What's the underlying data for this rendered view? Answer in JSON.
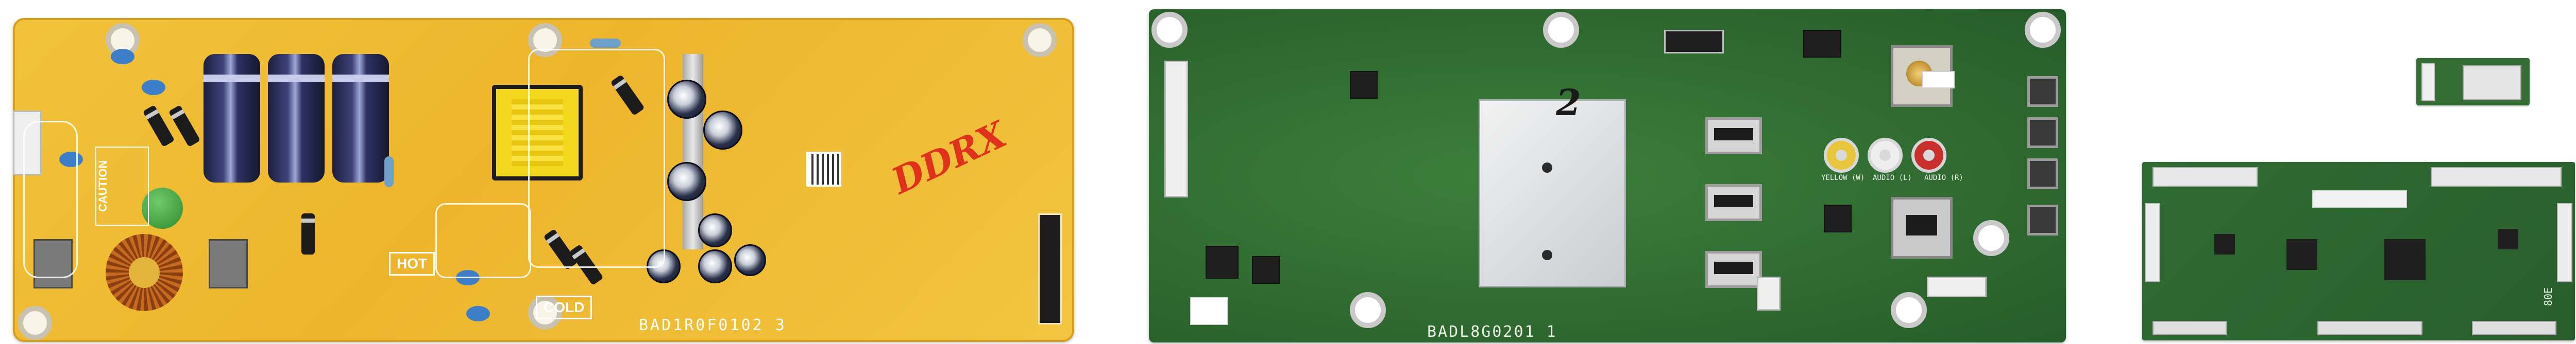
{
  "psu_board": {
    "part_number": "BAD1R0F0102 3",
    "label_hot": "HOT",
    "label_cold": "COLD",
    "label_caution": "CAUTION",
    "marker_scribble": "DDRX"
  },
  "main_board": {
    "part_number": "BADL8G0201 1",
    "rca_labels": [
      "YELLOW (W)",
      "AUDIO (L)",
      "AUDIO (R)"
    ],
    "marker_scribble": "2"
  },
  "tcon_board": {
    "silk_label": "80E"
  },
  "colors": {
    "psu_pcb": "#edb52c",
    "main_pcb": "#2f6a30",
    "tcon_pcb": "#295e2c",
    "marker_red": "#e0311c"
  }
}
